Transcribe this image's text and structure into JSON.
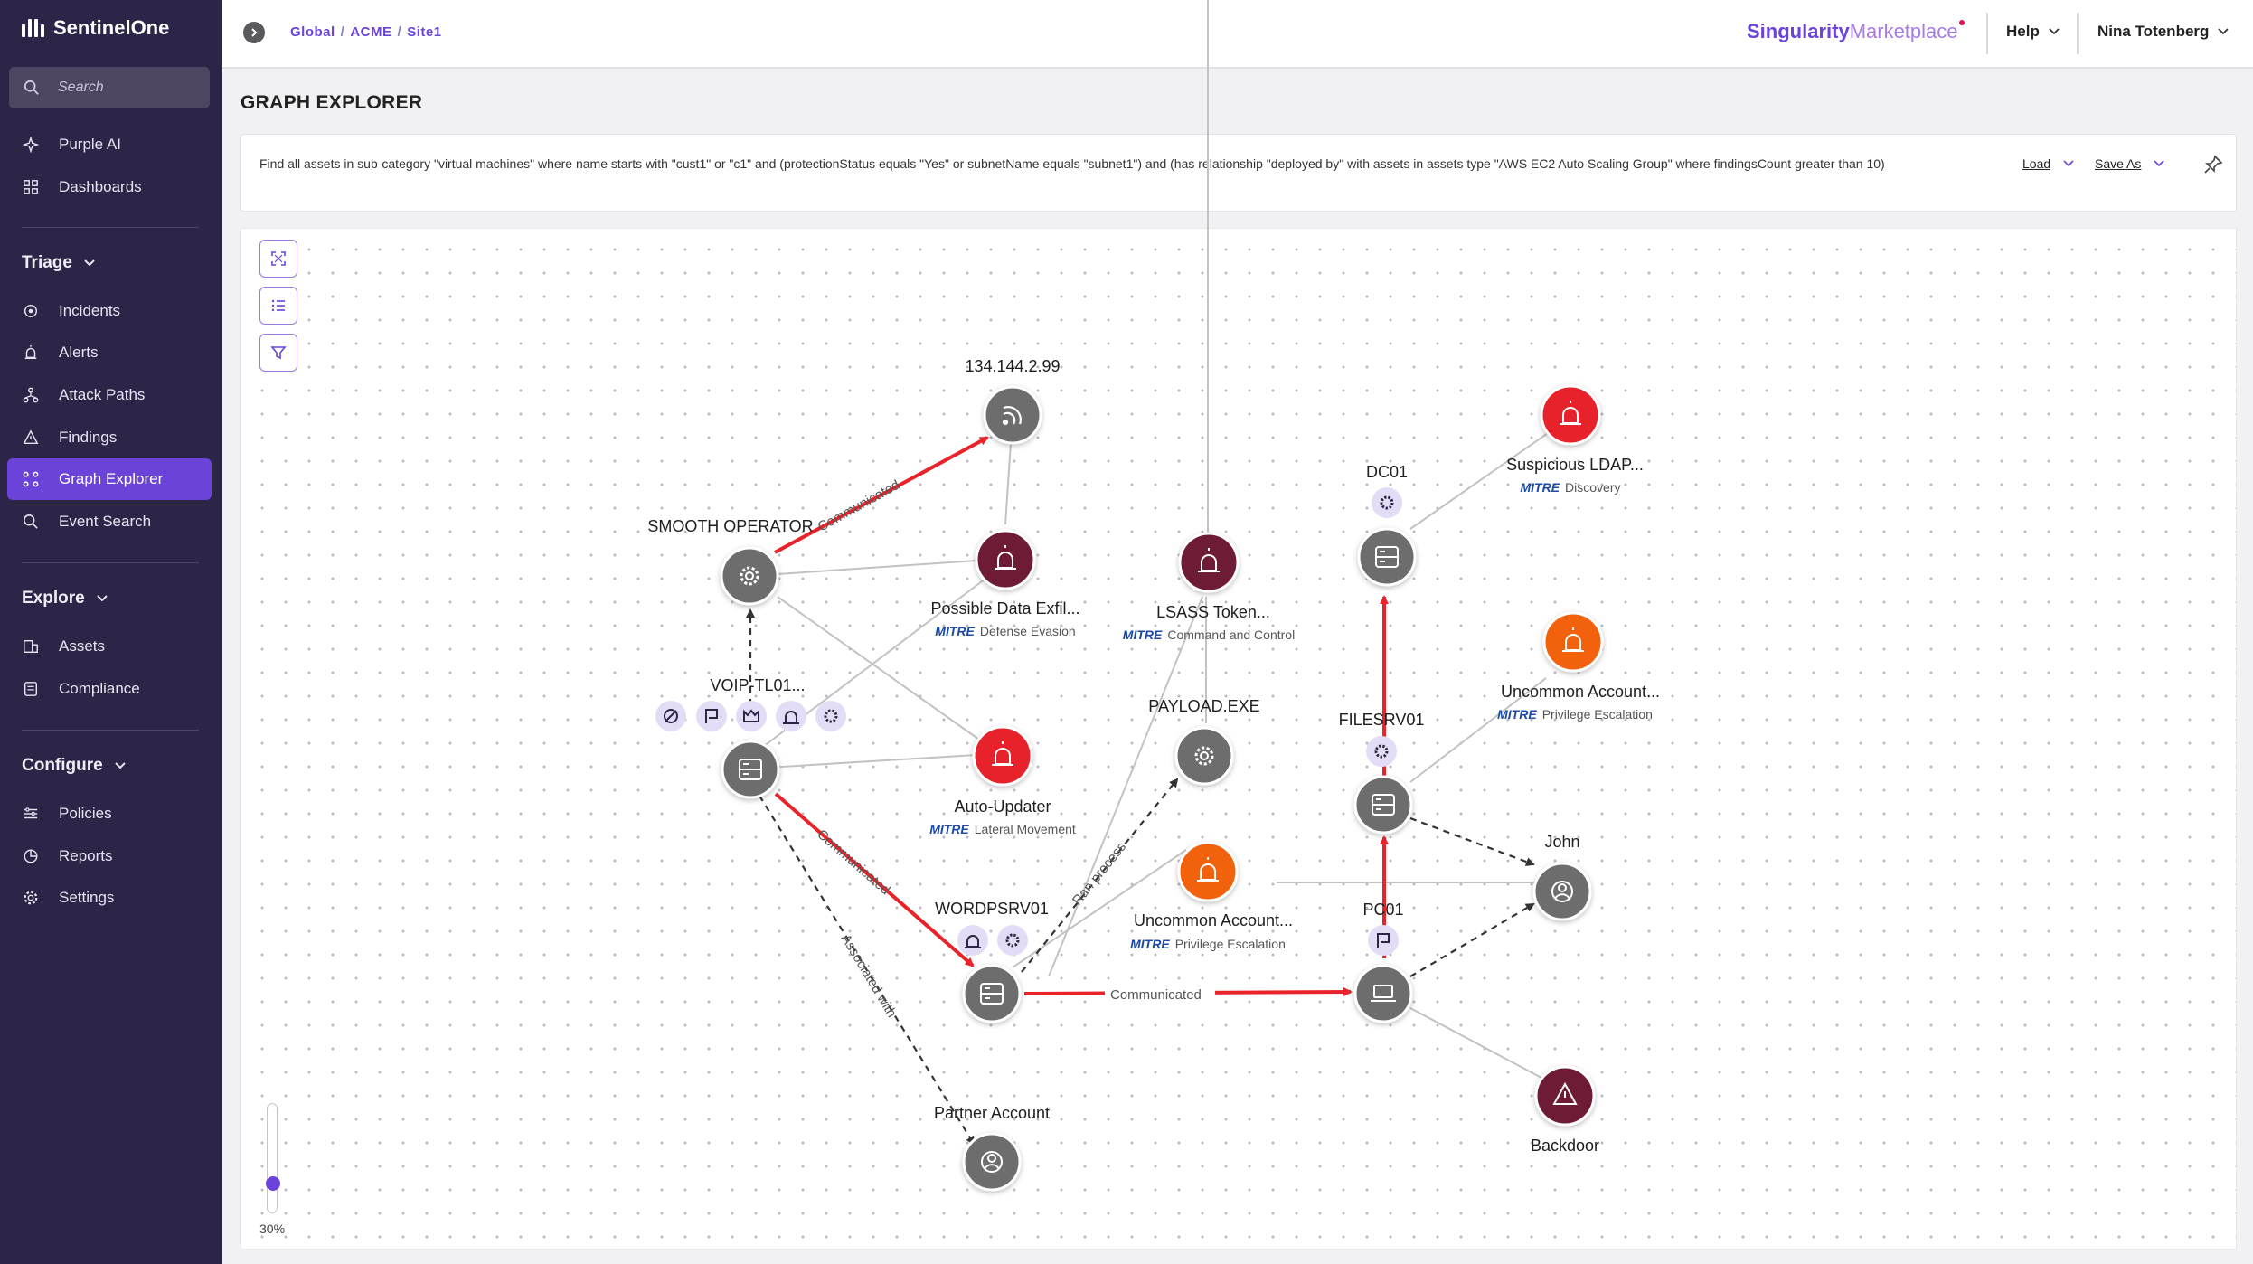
{
  "app": {
    "brand": "SentinelOne"
  },
  "sidebar": {
    "search_placeholder": "Search",
    "top_items": [
      {
        "label": "Purple AI",
        "icon": "sparkle-icon"
      },
      {
        "label": "Dashboards",
        "icon": "dashboard-icon"
      }
    ],
    "sections": [
      {
        "title": "Triage",
        "items": [
          {
            "label": "Incidents",
            "icon": "incidents-icon"
          },
          {
            "label": "Alerts",
            "icon": "alert-siren-icon"
          },
          {
            "label": "Attack Paths",
            "icon": "attack-paths-icon"
          },
          {
            "label": "Findings",
            "icon": "warning-triangle-icon"
          },
          {
            "label": "Graph Explorer",
            "icon": "graph-icon",
            "active": true
          },
          {
            "label": "Event Search",
            "icon": "search-icon"
          }
        ]
      },
      {
        "title": "Explore",
        "items": [
          {
            "label": "Assets",
            "icon": "assets-icon"
          },
          {
            "label": "Compliance",
            "icon": "compliance-icon"
          }
        ]
      },
      {
        "title": "Configure",
        "items": [
          {
            "label": "Policies",
            "icon": "policies-icon"
          },
          {
            "label": "Reports",
            "icon": "reports-icon"
          },
          {
            "label": "Settings",
            "icon": "gear-icon"
          }
        ]
      }
    ]
  },
  "header": {
    "breadcrumb": [
      "Global",
      "ACME",
      "Site1"
    ],
    "marketplace_bold": "Singularity",
    "marketplace_light": "Marketplace",
    "help": "Help",
    "user": "Nina Totenberg"
  },
  "page": {
    "title": "GRAPH EXPLORER",
    "query": "Find all assets in sub-category \"virtual machines\" where name starts with \"cust1\" or \"c1\" and (protectionStatus equals \"Yes\" or subnetName equals \"subnet1\") and (has relationship \"deployed by\" with assets in assets type \"AWS EC2 Auto Scaling Group\" where findingsCount greater than 10)",
    "load": "Load",
    "save_as": "Save As",
    "zoom": "30%"
  },
  "colors": {
    "accent": "#6b43d8",
    "sidebar": "#2c2547",
    "alert_red": "#e8232a",
    "alert_orange": "#f2620f",
    "alert_maroon": "#6e1a35",
    "node_gray": "#6d6d6d",
    "edge_red": "#e8232a"
  },
  "graph": {
    "nodes": {
      "ip": {
        "label": "134.144.2.99",
        "icon": "wifi-icon"
      },
      "smooth": {
        "label": "SMOOTH OPERATOR",
        "icon": "gear-icon"
      },
      "voip": {
        "label": "VOIP-TL01...",
        "icon": "server-icon"
      },
      "exfil": {
        "label": "Possible Data Exfil...",
        "mitre": "MITRE",
        "tactic": "Defense Evasion",
        "icon": "alert-siren-icon"
      },
      "autoupd": {
        "label": "Auto-Updater",
        "mitre": "MITRE",
        "tactic": "Lateral Movement",
        "icon": "alert-siren-icon"
      },
      "lsass": {
        "label": "LSASS Token...",
        "mitre": "MITRE",
        "tactic": "Command and Control",
        "icon": "alert-siren-icon"
      },
      "payload": {
        "label": "PAYLOAD.EXE",
        "icon": "gear-icon"
      },
      "uncommon1": {
        "label": "Uncommon Account...",
        "mitre": "MITRE",
        "tactic": "Privilege Escalation",
        "icon": "alert-siren-icon"
      },
      "wordpsrv": {
        "label": "WORDPSRV01",
        "icon": "server-icon"
      },
      "partner": {
        "label": "Partner Account",
        "icon": "user-icon"
      },
      "dc01": {
        "label": "DC01",
        "icon": "server-icon"
      },
      "ldap": {
        "label": "Suspicious LDAP...",
        "mitre": "MITRE",
        "tactic": "Discovery",
        "icon": "alert-siren-icon"
      },
      "uncommon2": {
        "label": "Uncommon Account...",
        "mitre": "MITRE",
        "tactic": "Privilege Escalation",
        "icon": "alert-siren-icon"
      },
      "filesrv": {
        "label": "FILESRV01",
        "icon": "server-icon"
      },
      "john": {
        "label": "John",
        "icon": "user-icon"
      },
      "pc01": {
        "label": "PC01",
        "icon": "laptop-icon"
      },
      "backdoor": {
        "label": "Backdoor",
        "icon": "warning-triangle-icon"
      }
    },
    "edge_labels": {
      "smooth_ip": "Communicated",
      "voip_wordpsrv": "Communicated",
      "voip_partner": "Associated with",
      "wordpsrv_payload": "Ran process",
      "wordpsrv_pc01": "Communicated"
    }
  }
}
